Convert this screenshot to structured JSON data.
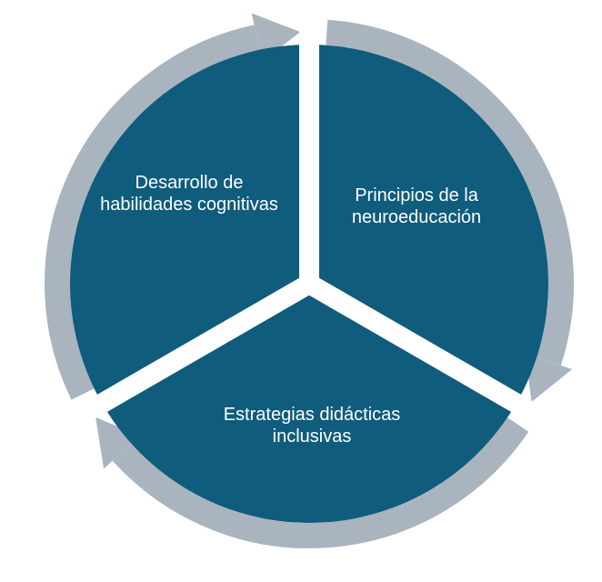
{
  "colors": {
    "segment": "#0f5c7d",
    "arrow": "#a9b4bf",
    "gap": "#ffffff"
  },
  "segments": [
    {
      "label": "Principios de la neuroeducación"
    },
    {
      "label": "Estrategias didácticas inclusivas"
    },
    {
      "label": "Desarrollo de habilidades cognitivas"
    }
  ]
}
